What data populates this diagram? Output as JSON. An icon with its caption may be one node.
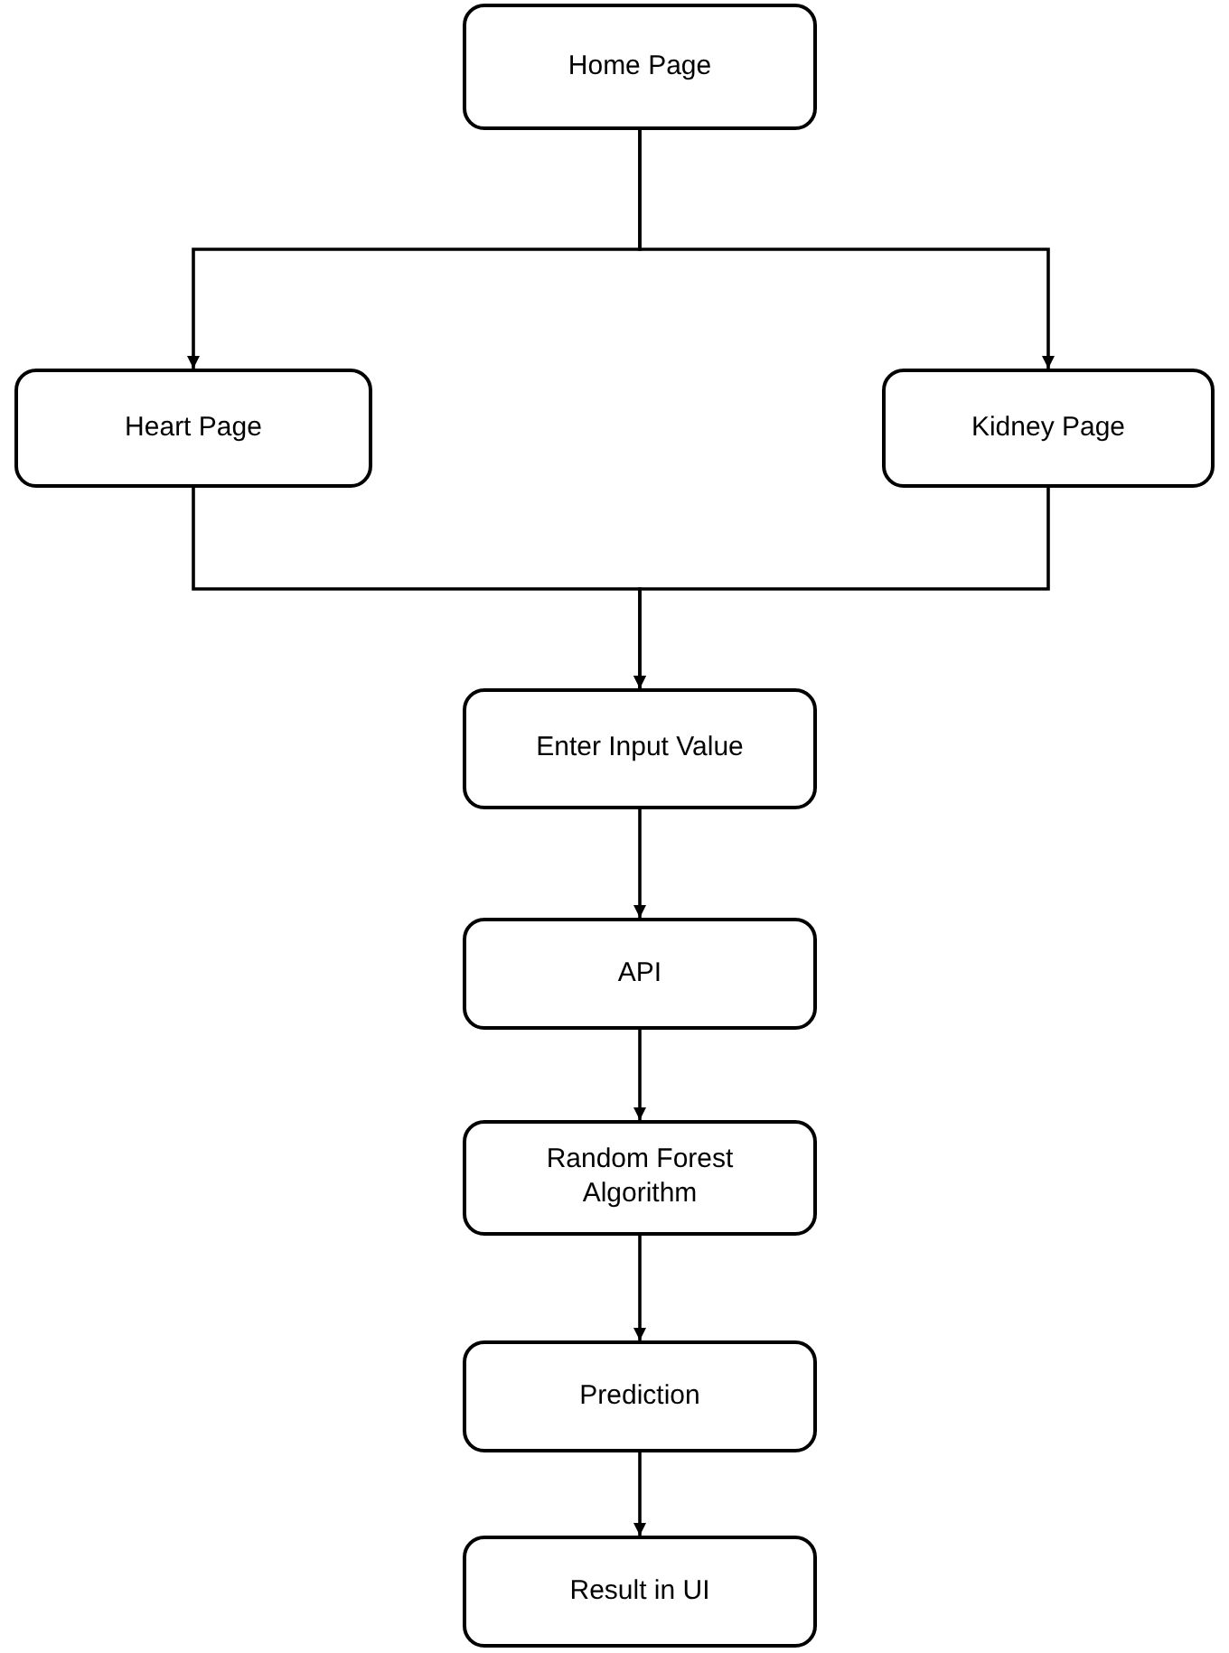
{
  "diagram": {
    "nodes": [
      {
        "text": [
          "Home Page"
        ]
      },
      {
        "text": [
          "Heart Page"
        ]
      },
      {
        "text": [
          "Kidney Page"
        ]
      },
      {
        "text": [
          "Enter Input Value"
        ]
      },
      {
        "text": [
          "API"
        ]
      },
      {
        "text": [
          "Random Forest Algorithm"
        ]
      },
      {
        "text": [
          "Prediction"
        ]
      },
      {
        "text": [
          "Result in UI"
        ]
      }
    ],
    "edges": [
      {
        "from": 0,
        "to": 1,
        "arrow": "to"
      },
      {
        "from": 0,
        "to": 2,
        "arrow": "to"
      },
      {
        "from": 1,
        "to": 3,
        "arrow": "to"
      },
      {
        "from": 2,
        "to": 3,
        "arrow": "to"
      },
      {
        "from": 3,
        "to": 4,
        "arrow": "to"
      },
      {
        "from": 4,
        "to": 5,
        "arrow": "to"
      },
      {
        "from": 5,
        "to": 6,
        "arrow": "to"
      },
      {
        "from": 6,
        "to": 7,
        "arrow": "to"
      }
    ]
  }
}
